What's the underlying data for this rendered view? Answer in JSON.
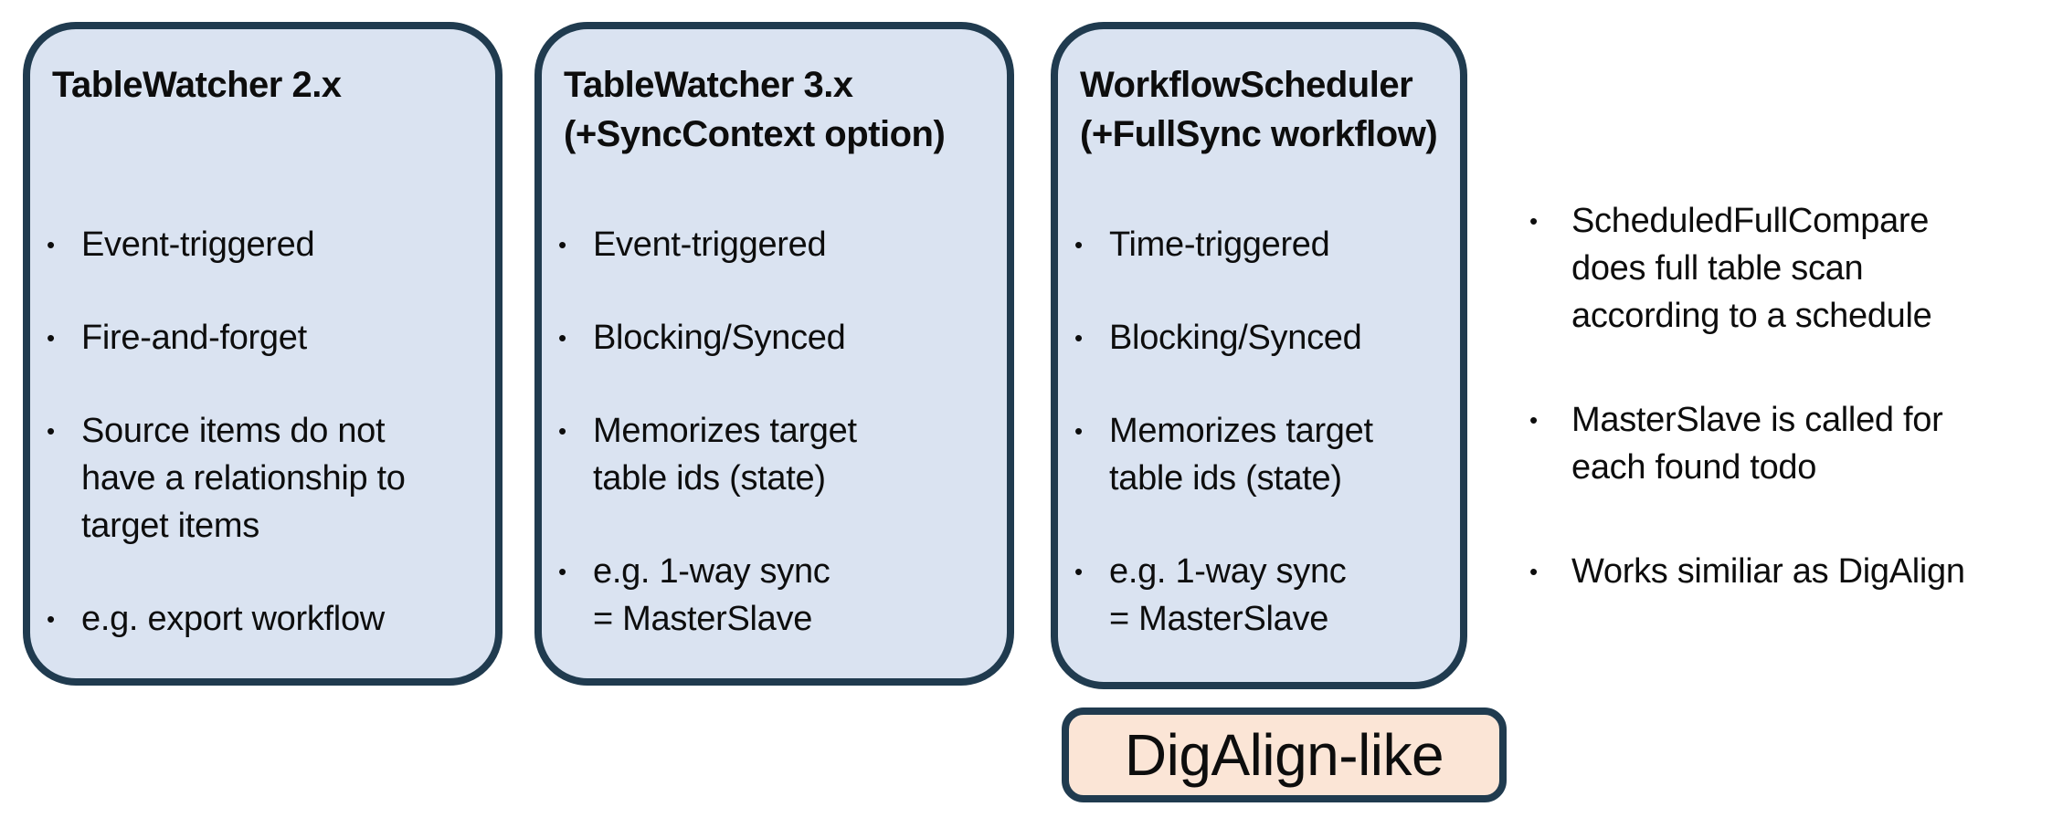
{
  "colors": {
    "panel_fill": "#dae3f1",
    "panel_border": "#203b4f",
    "tag_fill": "#fbe5d6",
    "tag_border": "#203b4f",
    "text": "#0d0d0d",
    "background": "#ffffff"
  },
  "panels": [
    {
      "title": "TableWatcher 2.x",
      "bullets": [
        "Event-triggered",
        "Fire-and-forget",
        "Source items do not\nhave a relationship to\ntarget items",
        "e.g. export workflow"
      ]
    },
    {
      "title": "TableWatcher 3.x\n(+SyncContext option)",
      "bullets": [
        "Event-triggered",
        "Blocking/Synced",
        "Memorizes target\ntable ids (state)",
        "e.g. 1-way sync\n= MasterSlave"
      ]
    },
    {
      "title": "WorkflowScheduler\n(+FullSync workflow)",
      "bullets": [
        "Time-triggered",
        "Blocking/Synced",
        "Memorizes target\ntable ids (state)",
        "e.g. 1-way sync\n= MasterSlave"
      ]
    }
  ],
  "side_notes": {
    "bullets": [
      "ScheduledFullCompare\ndoes full table scan\naccording to a schedule",
      "MasterSlave is called for\neach found todo",
      "Works similiar as DigAlign"
    ]
  },
  "tag": {
    "label": "DigAlign-like"
  },
  "bullet_glyph": "•"
}
